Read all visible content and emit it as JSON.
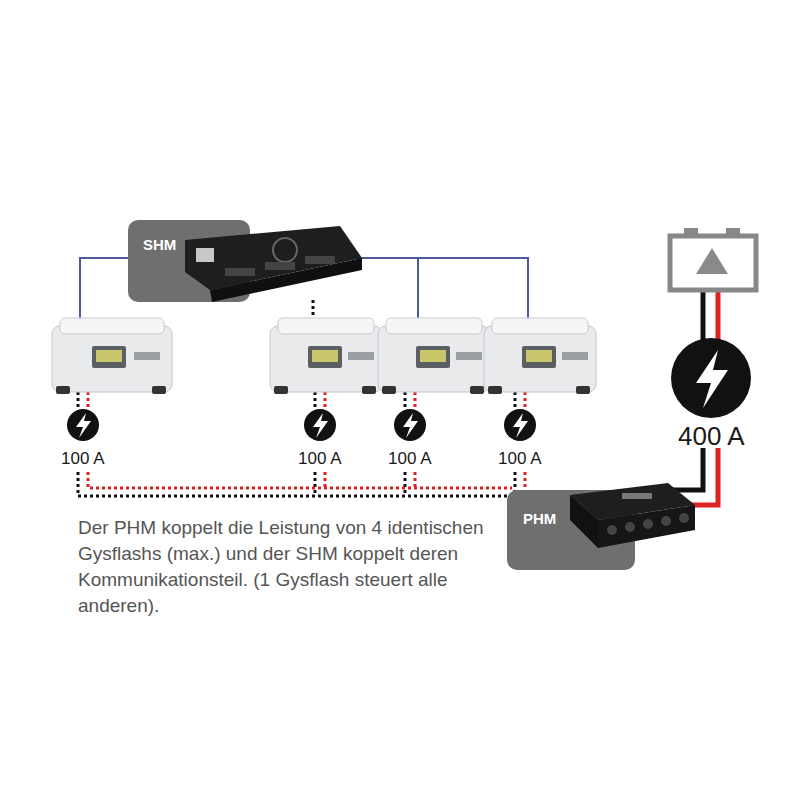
{
  "diagram": {
    "caption": "Der PHM koppelt die Leistung von 4 identischen Gysflashs (max.) und der SHM koppelt deren Kommunikationsteil. (1 Gysflash steuert alle anderen).",
    "nodes": [
      {
        "text": [
          "SHM"
        ]
      },
      {
        "text": [
          "PHM"
        ]
      }
    ],
    "labels": [
      "100 A",
      "100 A",
      "100 A",
      "100 A",
      "400 A"
    ]
  }
}
